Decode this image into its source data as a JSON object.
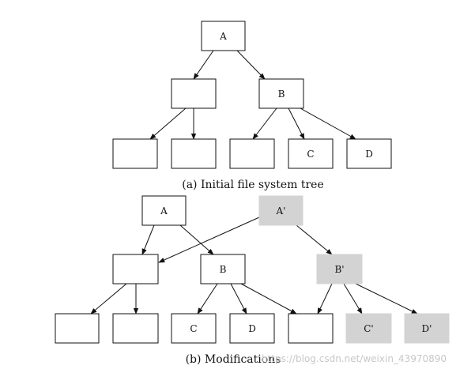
{
  "colors": {
    "stroke": "#111111",
    "white_node": "#ffffff",
    "gray_node": "#d3d3d3"
  },
  "captions": {
    "a": "(a) Initial file system tree",
    "b": "(b) Modifications"
  },
  "watermark": "https://blog.csdn.net/weixin_43970890",
  "nodes": {
    "a_root": "A",
    "a_left": "",
    "a_b": "B",
    "a_ll": "",
    "a_lr": "",
    "a_bl": "",
    "a_c": "C",
    "a_d": "D",
    "b_a": "A",
    "b_aprime": "A'",
    "b_left": "",
    "b_b": "B",
    "b_bprime": "B'",
    "b_ll": "",
    "b_lr": "",
    "b_c": "C",
    "b_d": "D",
    "b_new": "",
    "b_cprime": "C'",
    "b_dprime": "D'"
  }
}
